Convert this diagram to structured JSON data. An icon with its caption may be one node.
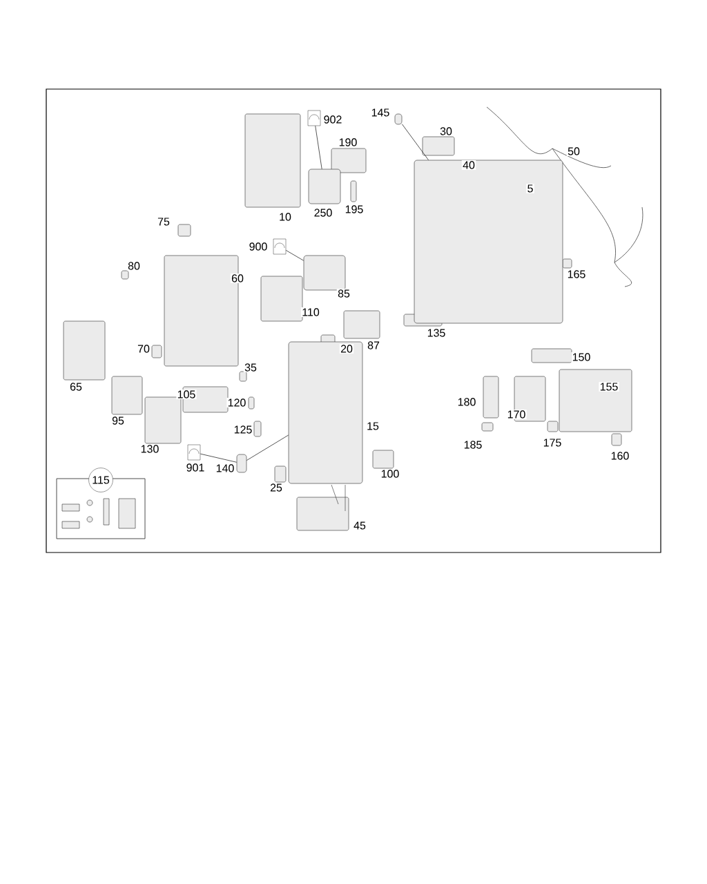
{
  "diagram": {
    "nodes": [
      {
        "text": [
          "902"
        ]
      },
      {
        "text": [
          "250"
        ]
      },
      {
        "text": [
          "145"
        ]
      },
      {
        "text": [
          "5"
        ]
      },
      {
        "text": [
          "900"
        ]
      },
      {
        "text": [
          "85"
        ]
      },
      {
        "text": [
          "901"
        ]
      },
      {
        "text": [
          "140"
        ]
      },
      {
        "text": [
          "15"
        ]
      },
      {
        "text": [
          "115"
        ]
      }
    ],
    "edges": [
      {
        "from": 0,
        "to": 1,
        "arrow": "none"
      },
      {
        "from": 2,
        "to": 3,
        "arrow": "none"
      },
      {
        "from": 4,
        "to": 5,
        "arrow": "none"
      },
      {
        "from": 6,
        "to": 7,
        "arrow": "none"
      },
      {
        "from": 7,
        "to": 8,
        "arrow": "none"
      }
    ],
    "labels": [
      "30",
      "190",
      "40",
      "50",
      "10",
      "195",
      "75",
      "80",
      "60",
      "165",
      "110",
      "135",
      "87",
      "20",
      "70",
      "150",
      "65",
      "35",
      "105",
      "155",
      "120",
      "180",
      "170",
      "95",
      "125",
      "130",
      "175",
      "185",
      "160",
      "100",
      "25",
      "45"
    ]
  }
}
